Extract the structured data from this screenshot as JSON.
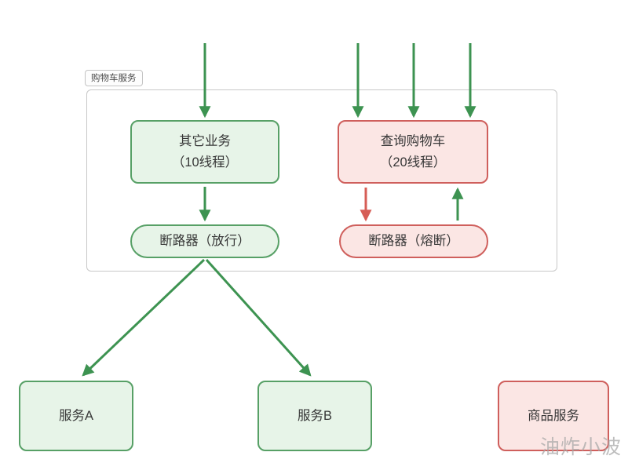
{
  "diagram": {
    "group_label": "购物车服务",
    "nodes": {
      "other_business": {
        "line1": "其它业务",
        "line2": "（10线程）"
      },
      "query_cart": {
        "line1": "查询购物车",
        "line2": "（20线程）"
      },
      "breaker_pass": {
        "label": "断路器（放行）"
      },
      "breaker_fuse": {
        "label": "断路器（熔断）"
      },
      "service_a": {
        "label": "服务A"
      },
      "service_b": {
        "label": "服务B"
      },
      "product_service": {
        "label": "商品服务"
      }
    },
    "watermark": "油炸小波"
  },
  "colors": {
    "green_border": "#57a066",
    "green_fill": "#e7f4e8",
    "green_arrow": "#3d9351",
    "red_border": "#cf5f5c",
    "red_fill": "#fbe6e4",
    "red_arrow": "#d65d56",
    "container_border": "#c8c8c8",
    "text": "#373737",
    "watermark": "#a9a9a9"
  }
}
